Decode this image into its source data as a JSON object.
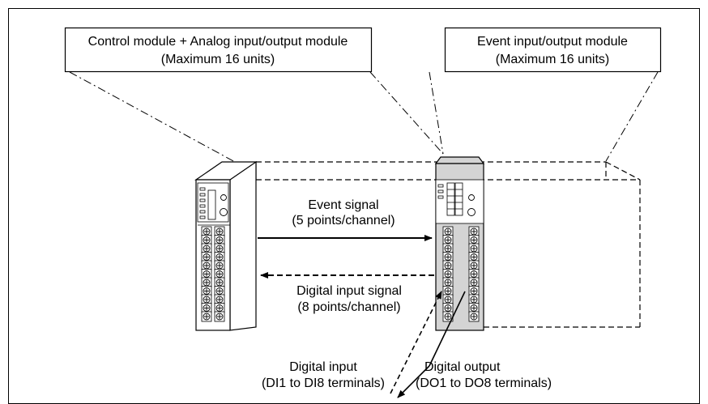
{
  "labels": {
    "control_box_line1": "Control module + Analog input/output module",
    "control_box_line2": "(Maximum 16 units)",
    "event_box_line1": "Event input/output module",
    "event_box_line2": "(Maximum 16 units)",
    "event_signal_line1": "Event signal",
    "event_signal_line2": "(5 points/channel)",
    "digital_input_signal_line1": "Digital input signal",
    "digital_input_signal_line2": "(8 points/channel)",
    "digital_input_line1": "Digital input",
    "digital_input_line2": "(DI1 to DI8 terminals)",
    "digital_output_line1": "Digital output",
    "digital_output_line2": "(DO1 to DO8 terminals)"
  },
  "colors": {
    "module_fill": "#ffffff",
    "event_module_fill": "#d4d4d4",
    "line": "#000000"
  },
  "icons": [
    "terminal-screw-icon",
    "rotary-switch-icon",
    "led-indicator-icon"
  ]
}
